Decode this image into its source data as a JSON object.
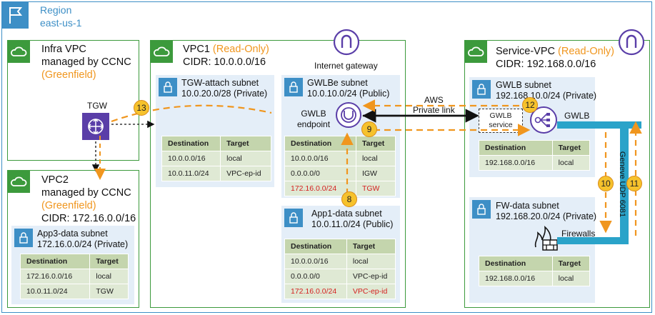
{
  "region": {
    "label": "Region",
    "name": "east-us-1"
  },
  "infra_vpc": {
    "title_line1": "Infra VPC",
    "title_line2": "managed by CCNC",
    "tag": "(Greenfield)"
  },
  "tgw": {
    "label": "TGW"
  },
  "vpc2": {
    "title": "VPC2",
    "managed": "managed by CCNC",
    "tag": "(Greenfield)",
    "cidr": "CIDR: 172.16.0.0/16",
    "subnet": {
      "name": "App3-data subnet",
      "cidr": "172.16.0.0/24 (Private)",
      "headers": [
        "Destination",
        "Target"
      ],
      "rows": [
        [
          "172.16.0.0/16",
          "local"
        ],
        [
          "10.0.11.0/24",
          "TGW"
        ]
      ]
    }
  },
  "vpc1": {
    "title": "VPC1",
    "tag": "(Read-Only)",
    "cidr": "CIDR:  10.0.0.0/16",
    "tgw_subnet": {
      "name": "TGW-attach subnet",
      "cidr": "10.0.20.0/28 (Private)",
      "headers": [
        "Destination",
        "Target"
      ],
      "rows": [
        [
          "10.0.0.0/16",
          "local"
        ],
        [
          "10.0.11.0/24",
          "VPC-ep-id"
        ]
      ]
    },
    "igw": {
      "label": "Internet gateway"
    },
    "gwlbe_subnet": {
      "name": "GWLBe subnet",
      "cidr": "10.0.10.0/24 (Public)",
      "endpoint_line1": "GWLB",
      "endpoint_line2": "endpoint",
      "headers": [
        "Destination",
        "Target"
      ],
      "rows": [
        [
          "10.0.0.0/16",
          "local"
        ],
        [
          "0.0.0.0/0",
          "IGW"
        ],
        [
          "172.16.0.0/24",
          "TGW"
        ]
      ]
    },
    "app1_subnet": {
      "name": "App1-data subnet",
      "cidr": "10.0.11.0/24 (Public)",
      "headers": [
        "Destination",
        "Target"
      ],
      "rows": [
        [
          "10.0.0.0/16",
          "local"
        ],
        [
          "0.0.0.0/0",
          "VPC-ep-id"
        ],
        [
          "172.16.0.0/24",
          "VPC-ep-id"
        ]
      ]
    }
  },
  "privatelink": {
    "line1": "AWS",
    "line2": "Private link"
  },
  "service_vpc": {
    "title": "Service-VPC",
    "tag": "(Read-Only)",
    "cidr": "CIDR: 192.168.0.0/16",
    "gwlb_subnet": {
      "name": "GWLB subnet",
      "cidr": "192.168.10.0/24 (Private)",
      "service_line1": "GWLB",
      "service_line2": "service",
      "gwlb_label": "GWLB",
      "headers": [
        "Destination",
        "Target"
      ],
      "rows": [
        [
          "192.168.0.0/16",
          "local"
        ]
      ]
    },
    "fw_subnet": {
      "name": "FW-data subnet",
      "cidr": "192.168.20.0/24 (Private)",
      "firewalls_label": "Firewalls",
      "headers": [
        "Destination",
        "Target"
      ],
      "rows": [
        [
          "192.168.0.0/16",
          "local"
        ]
      ]
    },
    "geneve": "Geneve UDP 6081"
  },
  "steps": {
    "s8": "8",
    "s9": "9",
    "s10": "10",
    "s11": "11",
    "s12": "12",
    "s13": "13"
  },
  "colors": {
    "green": "#3c9a3c",
    "blue": "#3d8fc6",
    "orange": "#f0961e",
    "purple": "#5a3ea8",
    "red": "#d42020"
  }
}
